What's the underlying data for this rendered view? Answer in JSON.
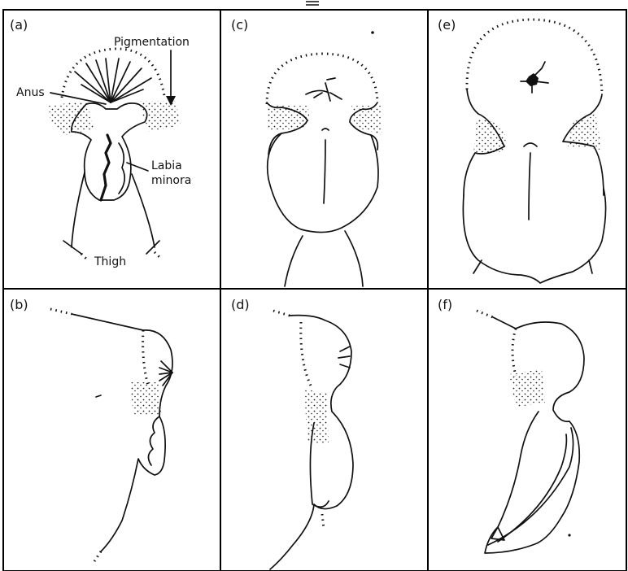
{
  "panels": {
    "a": {
      "label": "(a)"
    },
    "b": {
      "label": "(b)"
    },
    "c": {
      "label": "(c)"
    },
    "d": {
      "label": "(d)"
    },
    "e": {
      "label": "(e)"
    },
    "f": {
      "label": "(f)"
    }
  },
  "annotations": {
    "pigmentation": "Pigmentation",
    "anus": "Anus",
    "labia_line1": "Labia",
    "labia_line2": "minora",
    "thigh": "Thigh"
  }
}
